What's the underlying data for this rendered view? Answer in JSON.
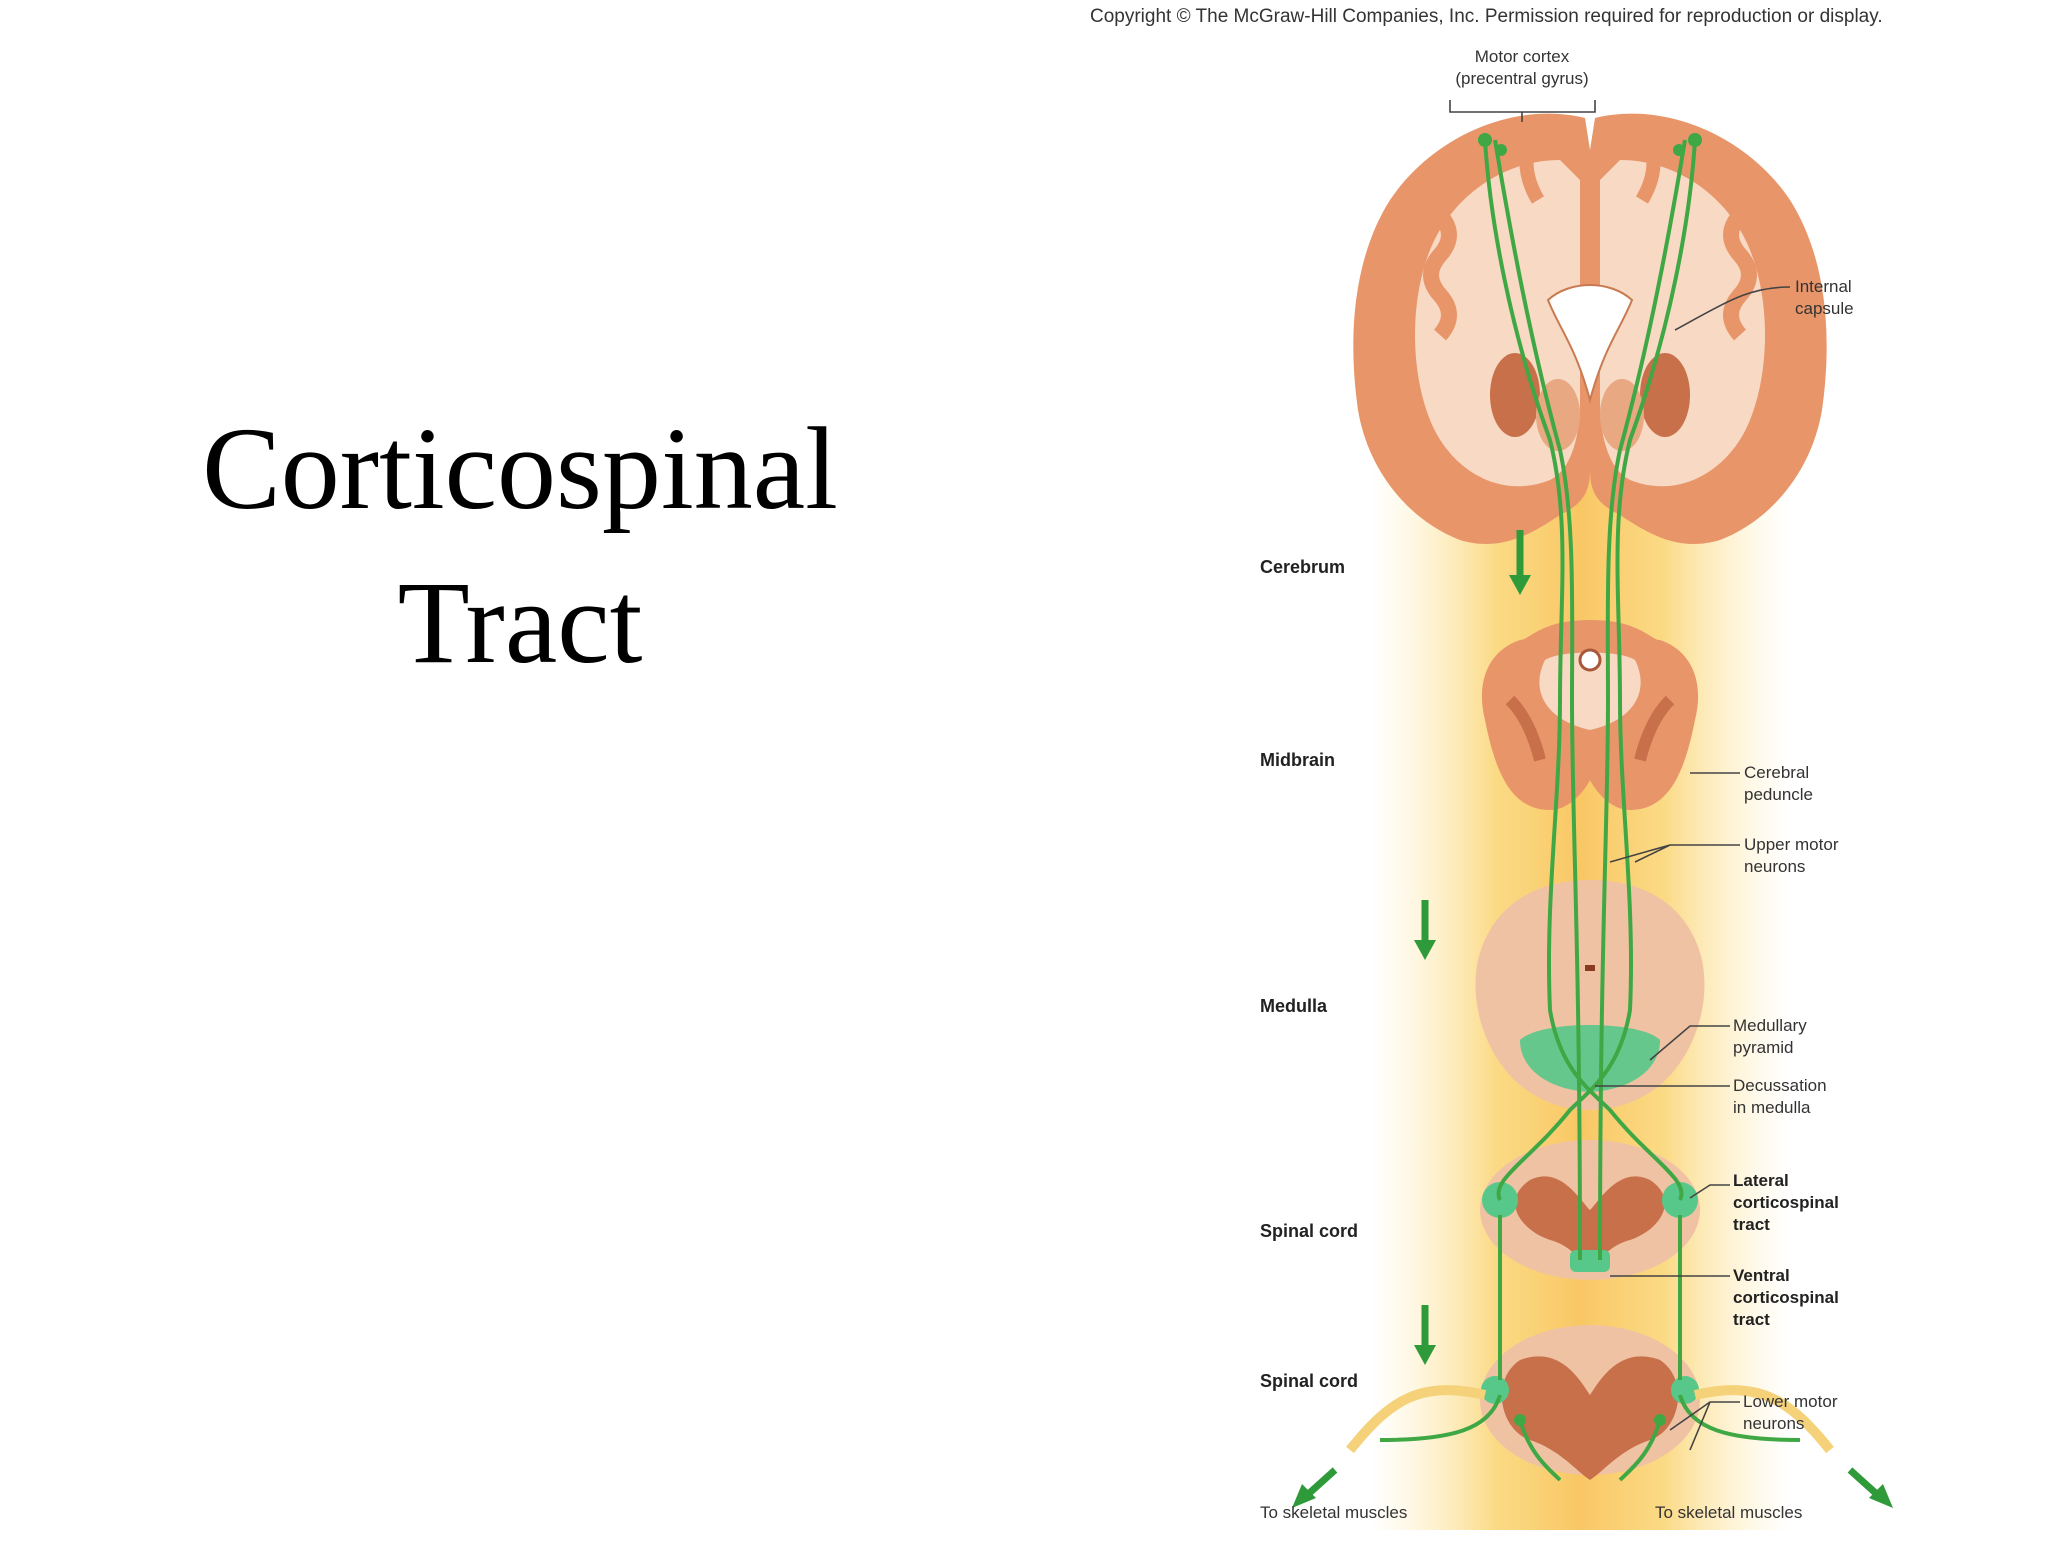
{
  "title": {
    "line1": "Corticospinal",
    "line2": "Tract"
  },
  "figure": {
    "copyright": "Copyright © The McGraw-Hill Companies, Inc. Permission required for reproduction or display.",
    "top_label": {
      "line1": "Motor cortex",
      "line2": "(precentral gyrus)"
    },
    "level_labels": {
      "cerebrum": "Cerebrum",
      "midbrain": "Midbrain",
      "medulla": "Medulla",
      "spinal_cord_1": "Spinal cord",
      "spinal_cord_2": "Spinal cord"
    },
    "callouts": {
      "internal_capsule": {
        "line1": "Internal",
        "line2": "capsule"
      },
      "cerebral_peduncle": {
        "line1": "Cerebral",
        "line2": "peduncle"
      },
      "upper_motor_neurons": {
        "line1": "Upper motor",
        "line2": "neurons"
      },
      "medullary_pyramid": {
        "line1": "Medullary",
        "line2": "pyramid"
      },
      "decussation": {
        "line1": "Decussation",
        "line2": "in medulla"
      },
      "lateral_tract": {
        "line1": "Lateral",
        "line2": "corticospinal",
        "line3": "tract"
      },
      "ventral_tract": {
        "line1": "Ventral",
        "line2": "corticospinal",
        "line3": "tract"
      },
      "lower_motor_neurons": {
        "line1": "Lower motor",
        "line2": "neurons"
      }
    },
    "bottom_labels": {
      "left": "To skeletal muscles",
      "right": "To skeletal muscles"
    },
    "colors": {
      "tissue": "#e8956a",
      "tissue_light": "#f7d9c4",
      "tract": "#3fa845",
      "glow": "#f9c84a"
    }
  }
}
